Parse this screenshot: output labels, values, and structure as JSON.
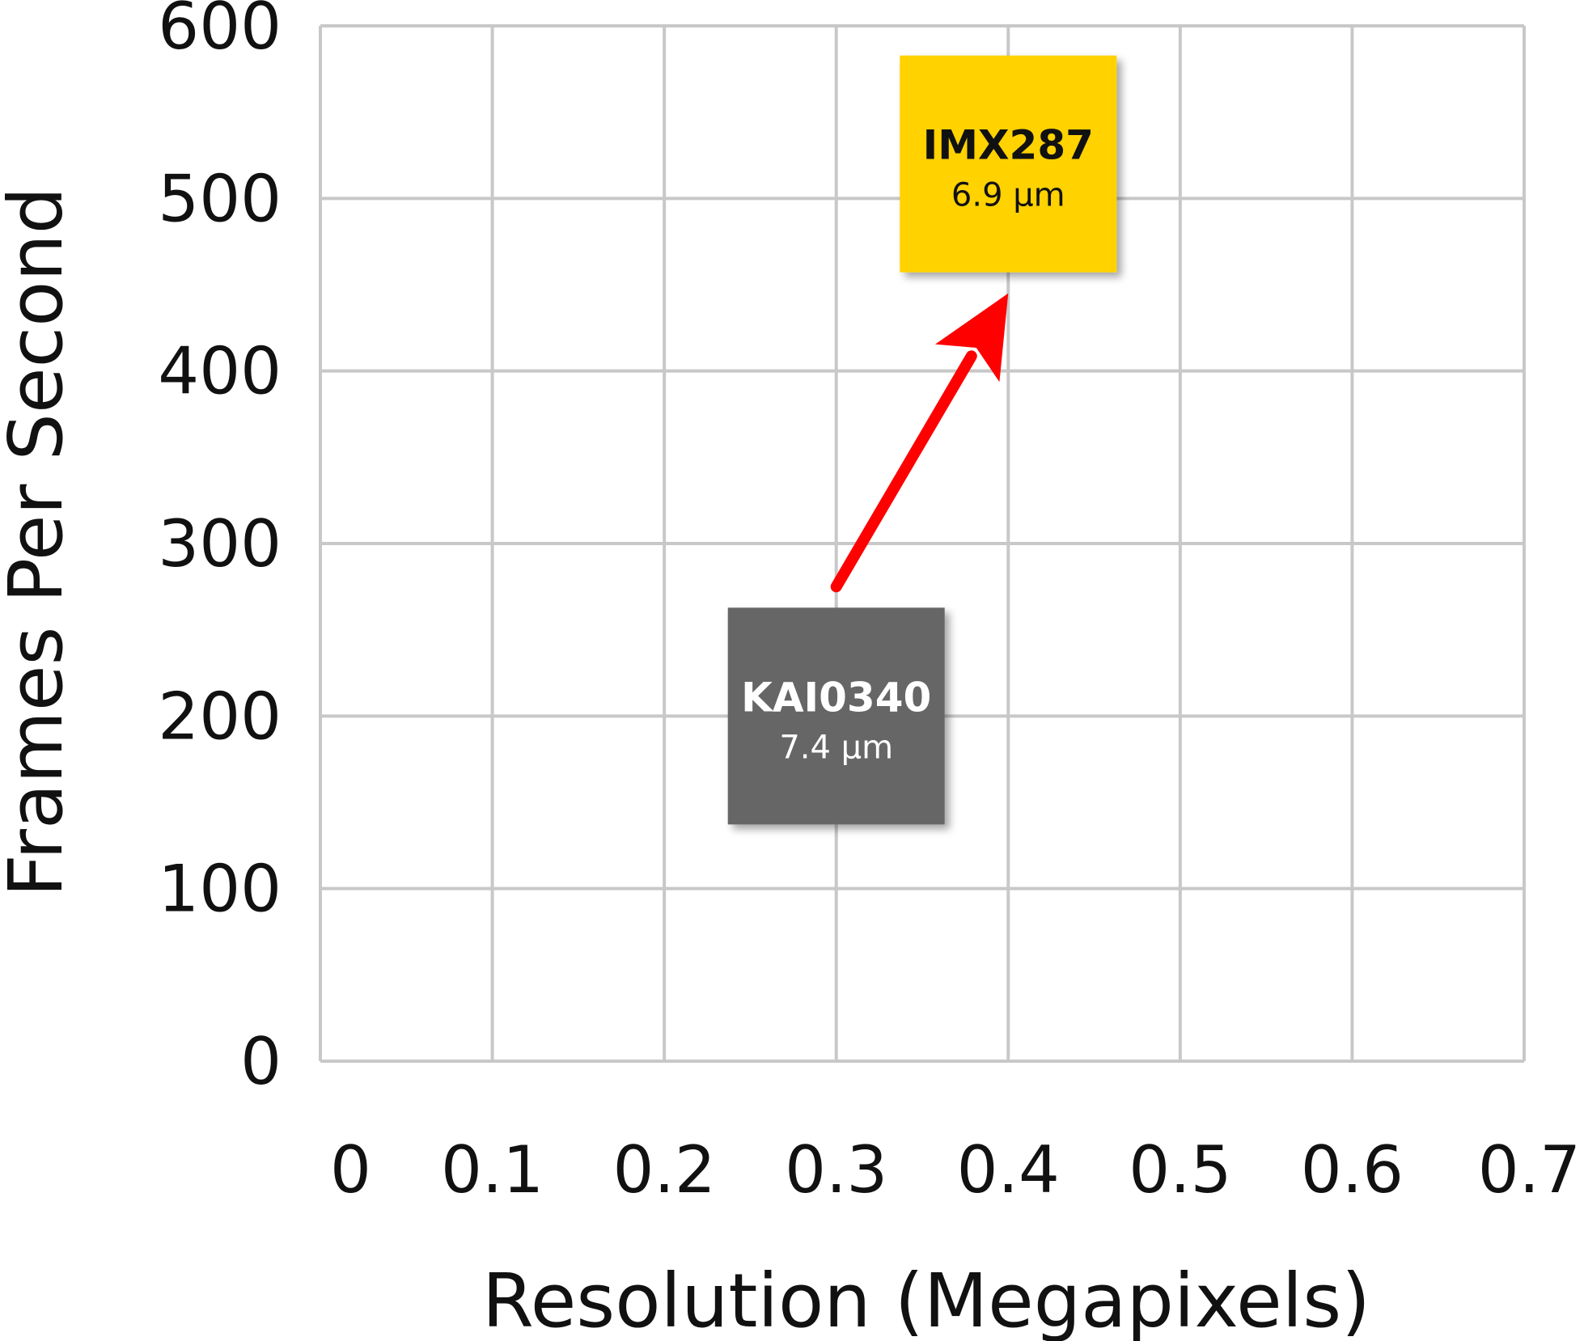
{
  "chart_data": {
    "type": "scatter",
    "xlabel": "Resolution (Megapixels)",
    "ylabel": "Frames Per Second",
    "xlim": [
      0,
      0.7
    ],
    "ylim": [
      0,
      600
    ],
    "x_ticks": [
      "0",
      "0.1",
      "0.2",
      "0.3",
      "0.4",
      "0.5",
      "0.6",
      "0.7"
    ],
    "y_ticks": [
      "0",
      "100",
      "200",
      "300",
      "400",
      "500",
      "600"
    ],
    "grid": true,
    "points": [
      {
        "label": "KAI0340",
        "sublabel": "7.4 µm",
        "x": 0.3,
        "y": 200,
        "color": "#666666",
        "text_color": "#ffffff"
      },
      {
        "label": "IMX287",
        "sublabel": "6.9 µm",
        "x": 0.4,
        "y": 520,
        "color": "#ffd200",
        "text_color": "#111111"
      }
    ],
    "annotations": [
      {
        "type": "arrow",
        "from": [
          0.3,
          275
        ],
        "to": [
          0.4,
          445
        ],
        "color": "#ff0000"
      }
    ]
  }
}
